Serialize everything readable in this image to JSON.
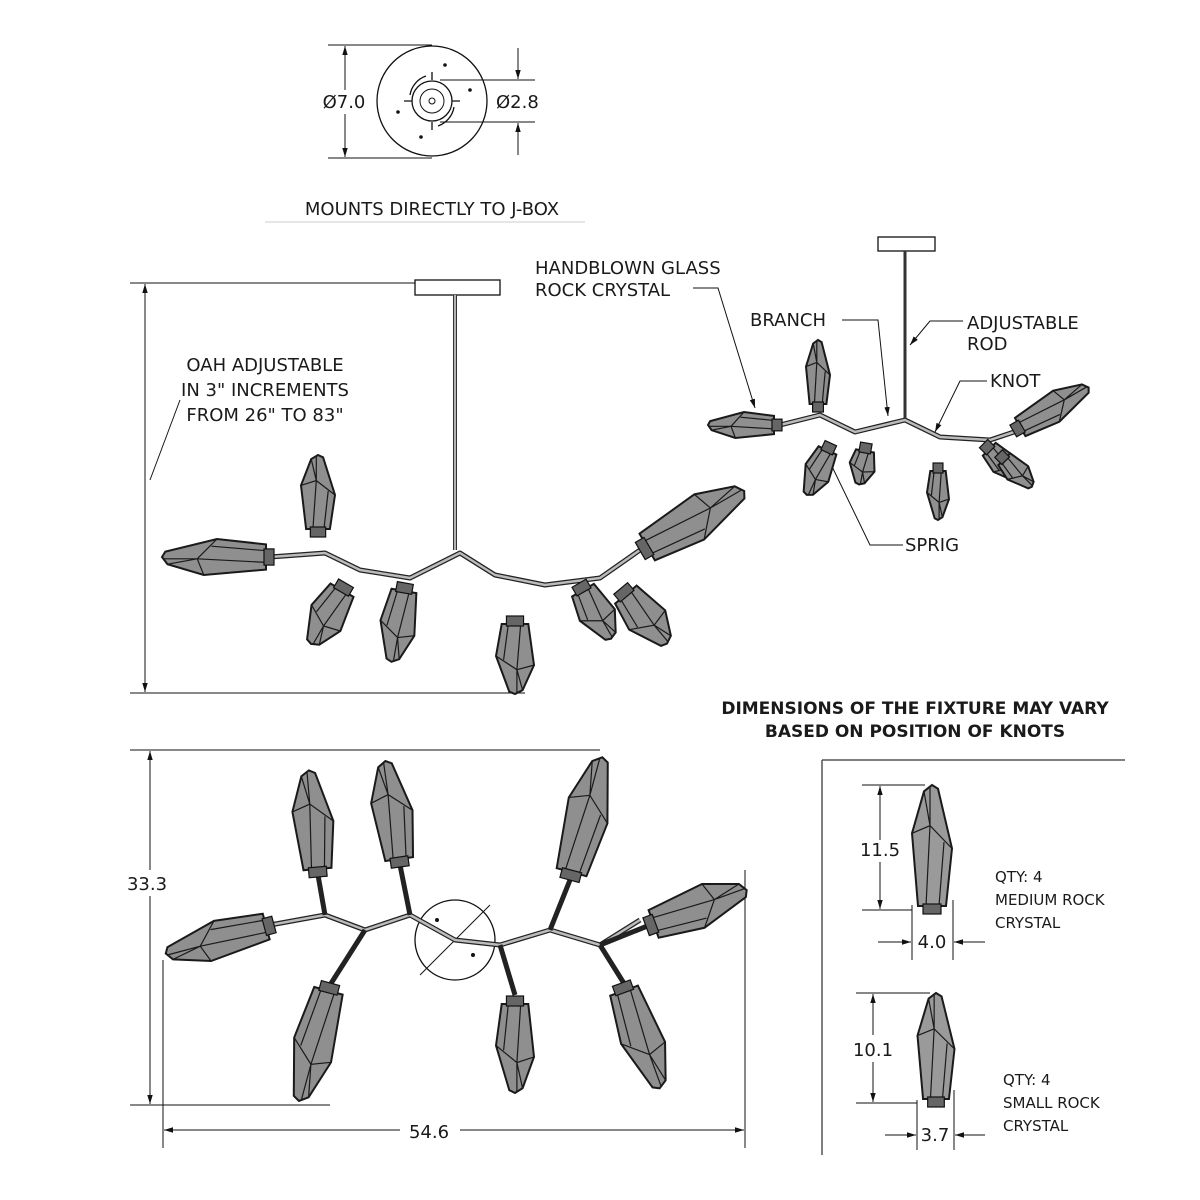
{
  "canopy": {
    "diameter_label": "Ø7.0",
    "inner_diameter_label": "Ø2.8",
    "mount_note": "MOUNTS DIRECTLY TO J-BOX"
  },
  "side_view": {
    "oah_note": [
      "OAH ADJUSTABLE",
      "IN 3\" INCREMENTS",
      "FROM 26\" TO 83\""
    ]
  },
  "callouts": {
    "glass": [
      "HANDBLOWN GLASS",
      "ROCK CRYSTAL"
    ],
    "branch": "BRANCH",
    "rod": [
      "ADJUSTABLE",
      "ROD"
    ],
    "knot": "KNOT",
    "sprig": "SPRIG"
  },
  "notice": [
    "DIMENSIONS OF THE FIXTURE MAY VARY",
    "BASED ON POSITION OF KNOTS"
  ],
  "plan_view": {
    "depth_label": "33.3",
    "width_label": "54.6"
  },
  "crystals": {
    "medium": {
      "height": "11.5",
      "width": "4.0",
      "desc": [
        "QTY: 4",
        "MEDIUM ROCK",
        "CRYSTAL"
      ]
    },
    "small": {
      "height": "10.1",
      "width": "3.7",
      "desc": [
        "QTY: 4",
        "SMALL ROCK",
        "CRYSTAL"
      ]
    }
  }
}
